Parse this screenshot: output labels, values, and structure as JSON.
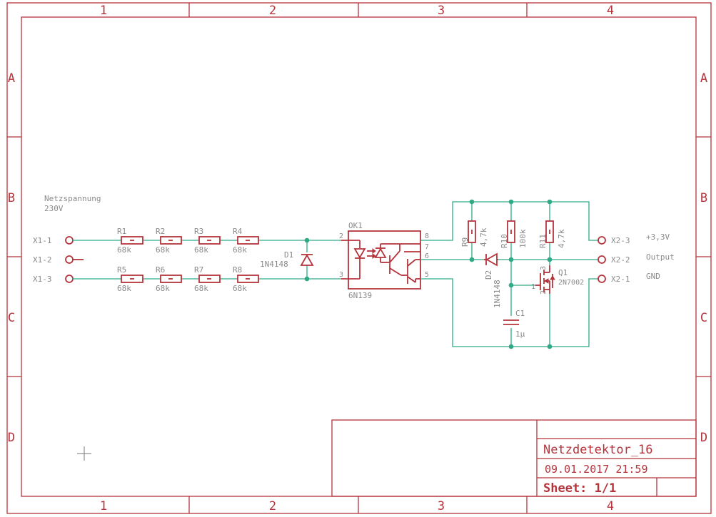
{
  "frame": {
    "columns": [
      "1",
      "2",
      "3",
      "4"
    ],
    "rows": [
      "A",
      "B",
      "C",
      "D"
    ]
  },
  "title_block": {
    "name": "Netzdetektor_16",
    "date": "09.01.2017 21:59",
    "sheet": "Sheet: 1/1"
  },
  "input": {
    "label_line1": "Netzspannung",
    "label_line2": "230V",
    "pins": [
      "X1-1",
      "X1-2",
      "X1-3"
    ]
  },
  "resistors_top": [
    {
      "name": "R1",
      "value": "68k"
    },
    {
      "name": "R2",
      "value": "68k"
    },
    {
      "name": "R3",
      "value": "68k"
    },
    {
      "name": "R4",
      "value": "68k"
    }
  ],
  "resistors_bottom": [
    {
      "name": "R5",
      "value": "68k"
    },
    {
      "name": "R6",
      "value": "68k"
    },
    {
      "name": "R7",
      "value": "68k"
    },
    {
      "name": "R8",
      "value": "68k"
    }
  ],
  "diode_d1": {
    "name": "D1",
    "value": "1N4148"
  },
  "optocoupler": {
    "name": "OK1",
    "value": "6N139",
    "pins": [
      "2",
      "3",
      "8",
      "7",
      "6",
      "5"
    ]
  },
  "r9": {
    "name": "R9",
    "value": "4,7k"
  },
  "r10": {
    "name": "R10",
    "value": "100k"
  },
  "r11": {
    "name": "R11",
    "value": "4,7k"
  },
  "diode_d2": {
    "name": "D2",
    "value": "1N4148"
  },
  "capacitor_c1": {
    "name": "C1",
    "value": "1µ"
  },
  "mosfet_q1": {
    "name": "Q1",
    "value": "2N7002",
    "pins": [
      "1",
      "2",
      "3"
    ]
  },
  "output": {
    "pins": [
      "X2-3",
      "X2-2",
      "X2-1"
    ],
    "signals": [
      "+3,3V",
      "Output",
      "GND"
    ]
  }
}
